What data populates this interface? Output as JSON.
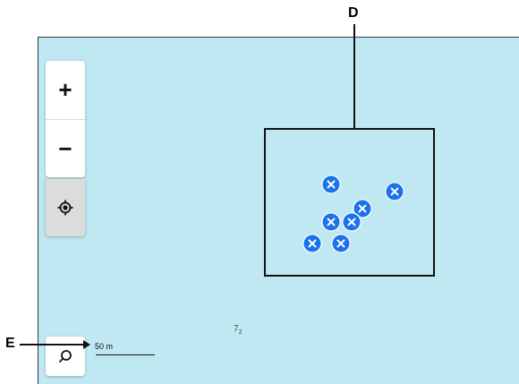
{
  "map": {
    "zoom_in_label": "+",
    "zoom_out_label": "−",
    "locate_icon": "crosshair-icon",
    "search_icon": "search-icon",
    "scale_label": "50 m",
    "area_label": "7",
    "area_label_sub": "2",
    "markers_icon": "close-x-icon",
    "marker_color": "#1a73e8",
    "map_color": "#bfe8f2"
  },
  "annotations": {
    "d_label": "D",
    "e_label": "E"
  }
}
